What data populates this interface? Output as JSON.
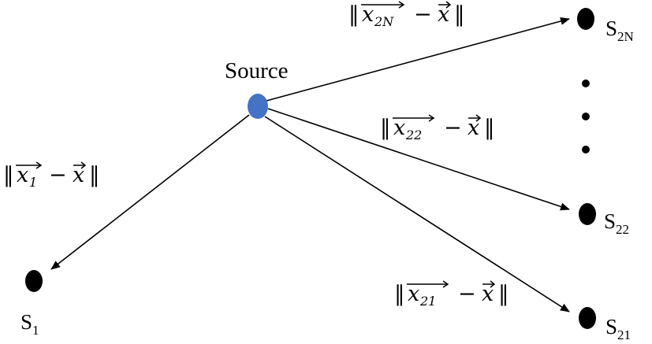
{
  "source": {
    "label": "Source",
    "color": "#4472c4"
  },
  "sensors": {
    "s1": {
      "letter": "S",
      "sub": "1"
    },
    "s2n": {
      "letter": "S",
      "sub": "2N"
    },
    "s22": {
      "letter": "S",
      "sub": "22"
    },
    "s21": {
      "letter": "S",
      "sub": "21"
    }
  },
  "distances": {
    "to_s1": {
      "norm_open": "‖",
      "vec_base": "x",
      "vec_sub": "1",
      "minus": "−",
      "x_vec": "x",
      "norm_close": "‖"
    },
    "to_s2n": {
      "norm_open": "‖",
      "vec_base": "x",
      "vec_sub": "2N",
      "minus": "−",
      "x_vec": "x",
      "norm_close": "‖"
    },
    "to_s22": {
      "norm_open": "‖",
      "vec_base": "x",
      "vec_sub": "22",
      "minus": "−",
      "x_vec": "x",
      "norm_close": "‖"
    },
    "to_s21": {
      "norm_open": "‖",
      "vec_base": "x",
      "vec_sub": "21",
      "minus": "−",
      "x_vec": "x",
      "norm_close": "‖"
    }
  },
  "colors": {
    "ink": "#000000",
    "source_fill": "#4472c4"
  }
}
